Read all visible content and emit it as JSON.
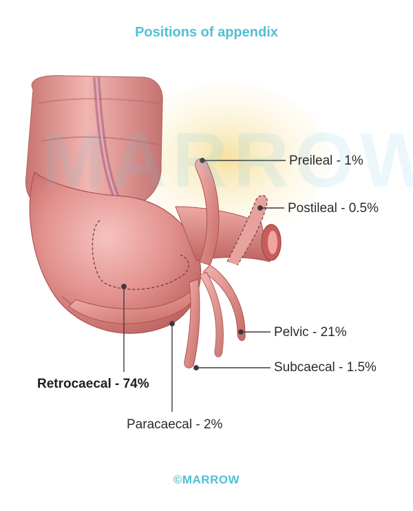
{
  "title": "Positions of appendix",
  "watermark": "MARROW",
  "labels": {
    "preileal": "Preileal - 1%",
    "postileal": "Postileal - 0.5%",
    "pelvic": "Pelvic - 21%",
    "subcaecal": "Subcaecal - 1.5%",
    "retrocaecal": "Retrocaecal - 74%",
    "paracaecal": "Paracaecal - 2%"
  },
  "footer": "©MARROW",
  "colors": {
    "title": "#4fc0d6",
    "tissue": "#e58f8f",
    "tissue_dark": "#c0625f",
    "leader_line": "#3a3a3a",
    "mesentery": "#f2dc8a"
  }
}
